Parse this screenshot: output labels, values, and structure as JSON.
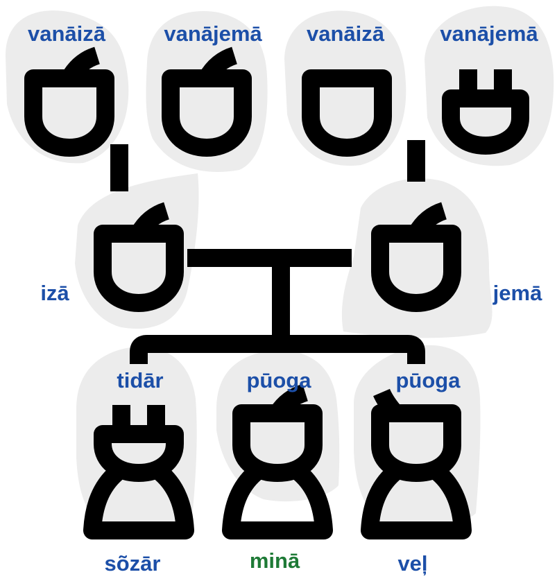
{
  "colors": {
    "label": "#1c4fa8",
    "label_highlight": "#1e7a36",
    "figure": "#000000",
    "silhouette": "#ececec"
  },
  "grandparents": [
    {
      "label": "vanāizā",
      "figure": "male-figure-icon"
    },
    {
      "label": "vanājemā",
      "figure": "male-figure-icon"
    },
    {
      "label": "vanāizā",
      "figure": "male-figure-icon"
    },
    {
      "label": "vanājemā",
      "figure": "female-figure-icon"
    }
  ],
  "parents": [
    {
      "label": "izā",
      "figure": "male-figure-icon"
    },
    {
      "label": "jemā",
      "figure": "male-figure-icon"
    }
  ],
  "children": [
    {
      "relation": "tidār",
      "name": "sõzār",
      "figure": "female-figure-icon",
      "highlight": false
    },
    {
      "relation": "pūoga",
      "name": "minā",
      "figure": "male-figure-icon",
      "highlight": true
    },
    {
      "relation": "pūoga",
      "name": "veļ",
      "figure": "male-figure-icon",
      "highlight": false
    }
  ]
}
